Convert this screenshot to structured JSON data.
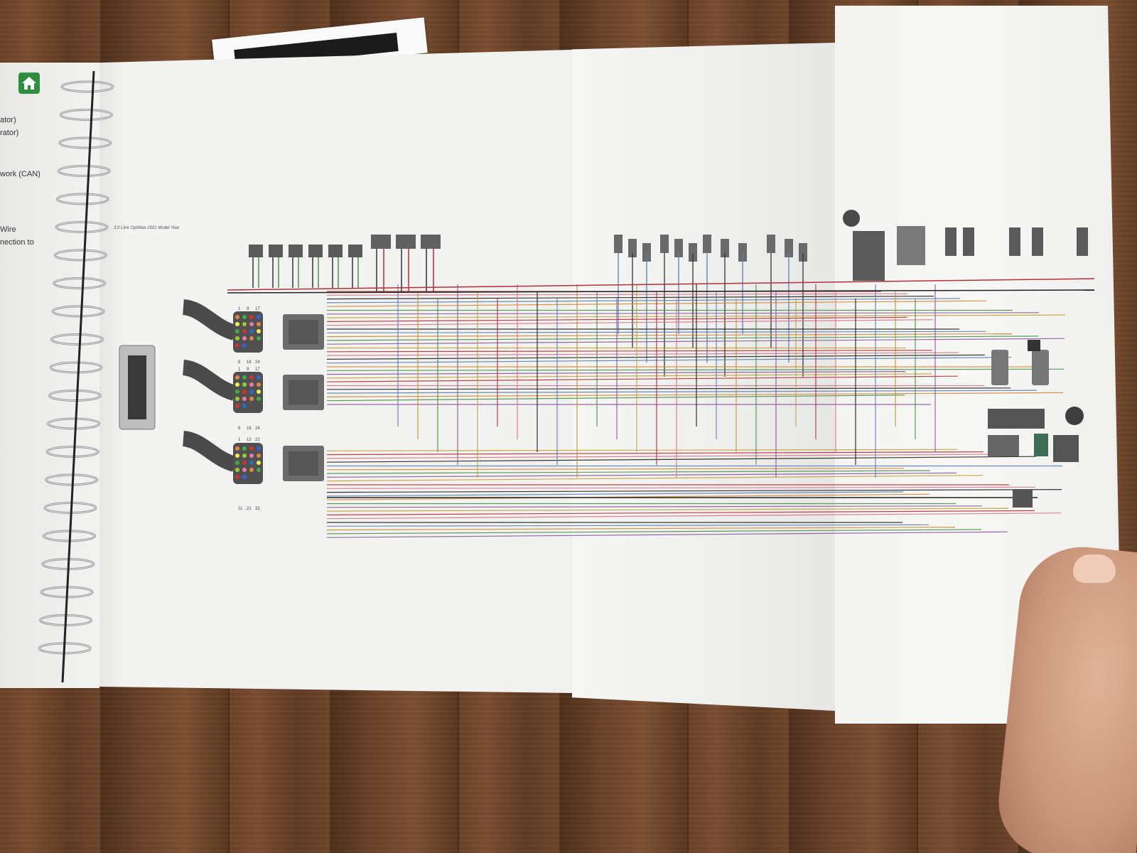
{
  "left_page_fragments": [
    "ator)",
    "rator)",
    "work (CAN)",
    "Wire",
    "nection to"
  ],
  "diagram_title": "3.0 Litre OptiMax 2001 Model Year",
  "connector_pin_labels": {
    "top": [
      "1",
      "9",
      "17",
      "8",
      "16",
      "24"
    ],
    "middle": [
      "1",
      "9",
      "17",
      "8",
      "16",
      "24"
    ],
    "bottom": [
      "1",
      "12",
      "22",
      "11",
      "21",
      "32"
    ]
  },
  "icons": [
    "home-icon",
    "spiral-binding",
    "ecu-module",
    "wire-harness",
    "connector",
    "hand"
  ],
  "colors": {
    "home_icon": "#2f8f3f",
    "wire_red": "#b2303a",
    "wire_pink": "#d7748a",
    "wire_black": "#222222",
    "wire_blue": "#5f7fb0",
    "wire_orange": "#d08a3a",
    "wire_green": "#4f8f4f"
  }
}
